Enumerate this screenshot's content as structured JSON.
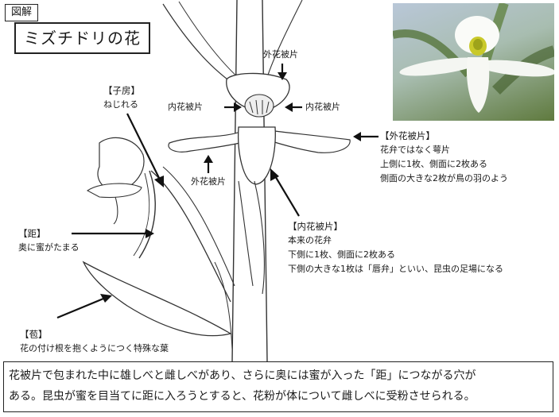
{
  "header": {
    "tag": "図解",
    "title": "ミズチドリの花"
  },
  "labels": {
    "outer_top": "外花被片",
    "inner_left": "内花被片",
    "inner_right": "内花被片",
    "outer_bottom": "外花被片",
    "ovary": {
      "head": "【子房】",
      "body": "ねじれる"
    },
    "spur": {
      "head": "【距】",
      "body": "奥に蜜がたまる"
    },
    "bract": {
      "head": "【苞】",
      "body": "花の付け根を抱くようにつく特殊な葉"
    },
    "outer_desc": {
      "head": "【外花被片】",
      "lines": [
        "花弁ではなく萼片",
        "上側に1枚、側面に2枚ある",
        "側面の大きな2枚が鳥の羽のよう"
      ]
    },
    "inner_desc": {
      "head": "【内花被片】",
      "lines": [
        "本来の花弁",
        "下側に1枚、側面に2枚ある",
        "下側の大きな1枚は「唇弁」といい、昆虫の足場になる"
      ]
    }
  },
  "caption": {
    "lines": [
      "花被片で包まれた中に雄しべと雌しべがあり、さらに奥には蜜が入った「距」につながる穴が",
      "ある。昆虫が蜜を目当てに距に入ろうとすると、花粉が体について雌しべに受粉させられる。"
    ]
  }
}
